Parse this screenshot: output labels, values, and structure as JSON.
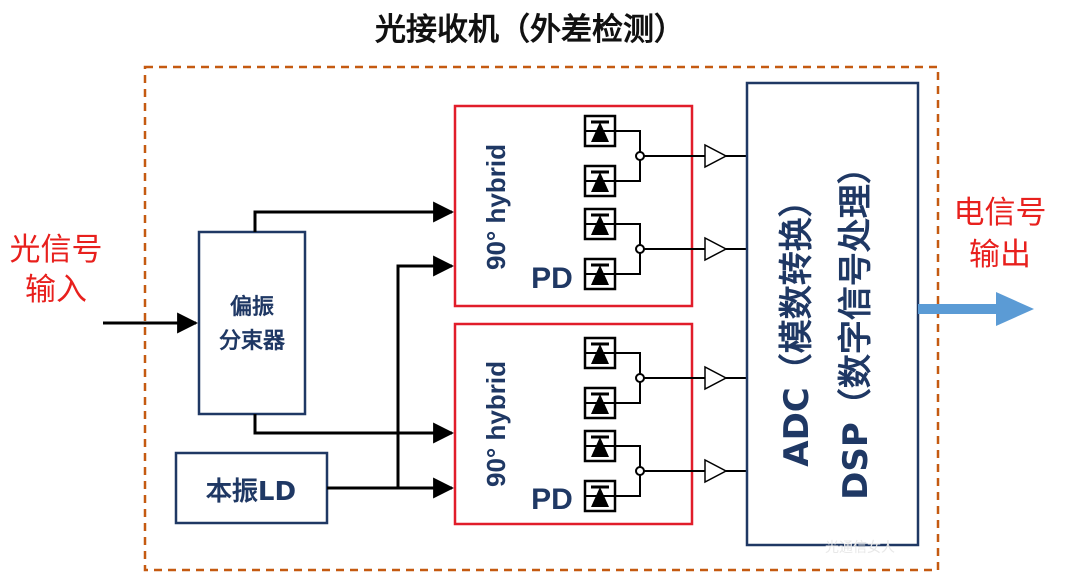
{
  "title": "光接收机（外差检测）",
  "input_label": {
    "line1": "光信号",
    "line2": "输入"
  },
  "output_label": {
    "line1": "电信号",
    "line2": "输出"
  },
  "pbs": {
    "line1": "偏振",
    "line2": "分束器"
  },
  "lo": {
    "label": "本振LD"
  },
  "hybrids": [
    {
      "label": "90° hybrid",
      "pd_label": "PD"
    },
    {
      "label": "90° hybrid",
      "pd_label": "PD"
    }
  ],
  "processor": {
    "adc_label": "ADC（模数转换）",
    "dsp_label": "DSP（数字信号处理）"
  },
  "watermark": "光通信女人",
  "colors": {
    "dashed_border": "#c55a11",
    "hybrid_border": "#e11d2a",
    "box_border": "#1f3864",
    "label_red": "#e8201d",
    "output_arrow": "#5b9bd5",
    "text_navy": "#1f3864"
  }
}
